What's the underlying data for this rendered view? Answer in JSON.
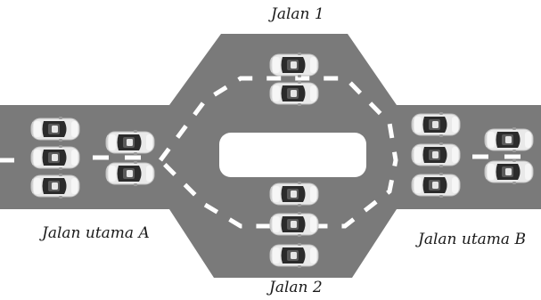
{
  "labels": {
    "road_1": "Jalan 1",
    "road_2": "Jalan 2",
    "main_road_a": "Jalan utama A",
    "main_road_b": "Jalan utama B"
  },
  "colors": {
    "road": "#7a7a7a",
    "lane_marking": "#ffffff",
    "island": "#ffffff",
    "car_body": "#e9e9e9",
    "car_glass": "#2b2b2b",
    "car_outline": "#bdbdbd"
  },
  "icons": {
    "car": "car-top-view-icon"
  }
}
